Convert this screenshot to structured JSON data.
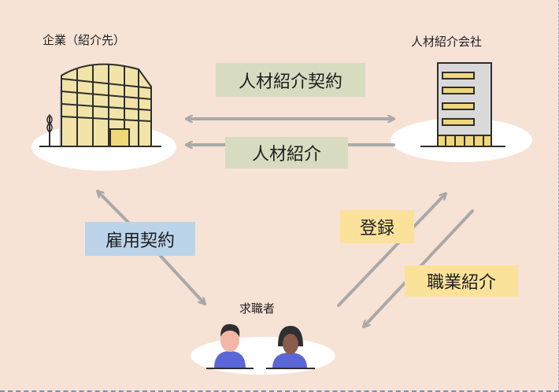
{
  "nodes": {
    "company": "企業（紹介先）",
    "agency": "人材紹介会社",
    "seekers": "求職者"
  },
  "relations": {
    "placement_contract": "人材紹介契約",
    "referral": "人材紹介",
    "employment_contract": "雇用契約",
    "registration": "登録",
    "job_introduction": "職業紹介"
  },
  "colors": {
    "background": "#f7e2d6",
    "arrow": "#a9a9a9",
    "green_tag": "#d7dcc0",
    "blue_tag": "#bcd4ea",
    "yellow_tag": "#fbe29b",
    "building_accent": "#efd77a",
    "person_shirt": "#5b67d6"
  }
}
